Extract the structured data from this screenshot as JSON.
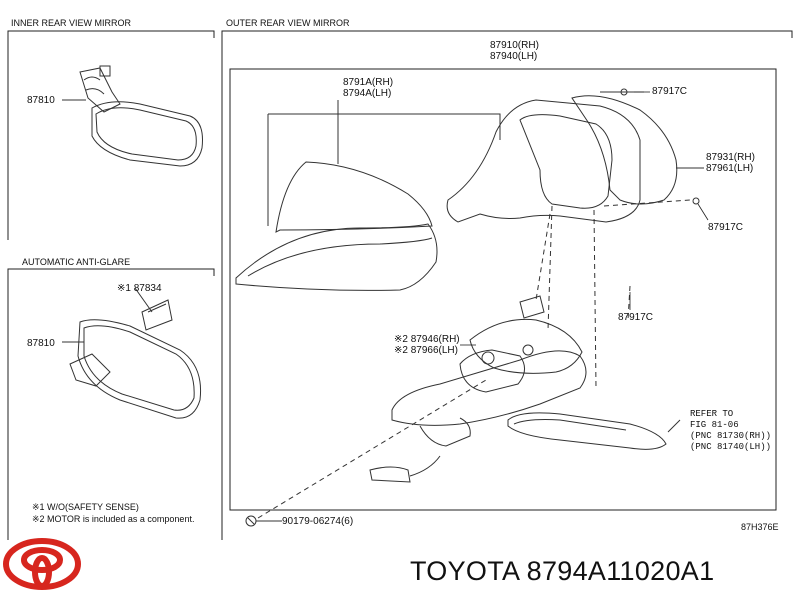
{
  "sections": {
    "inner": "INNER REAR VIEW MIRROR",
    "outer": "OUTER REAR VIEW MIRROR",
    "anti_glare": "AUTOMATIC ANTI-GLARE"
  },
  "parts": {
    "p87810a": "87810",
    "p87810b": "87810",
    "p87834": "※1 87834",
    "p87910": "87910(RH)",
    "p87940": "87940(LH)",
    "p8791A": "8791A(RH)",
    "p8794A": "8794A(LH)",
    "p87917c_1": "87917C",
    "p87917c_2": "87917C",
    "p87917c_3": "87917C",
    "p87931": "87931(RH)",
    "p87961": "87961(LH)",
    "p87946": "※2 87946(RH)",
    "p87966": "※2 87966(LH)",
    "p90179": "90179-06274(6)"
  },
  "refer": {
    "l1": "REFER TO",
    "l2": "FIG 81-06",
    "l3": "(PNC 81730(RH))",
    "l4": "(PNC 81740(LH))"
  },
  "notes": {
    "n1": "※1 W/O(SAFETY SENSE)",
    "n2": "※2 MOTOR is included as a component."
  },
  "diagram_code": "87H376E",
  "brand_text": "TOYOTA 8794A11020A1",
  "colors": {
    "logo": "#d7261e",
    "ink": "#111111"
  }
}
